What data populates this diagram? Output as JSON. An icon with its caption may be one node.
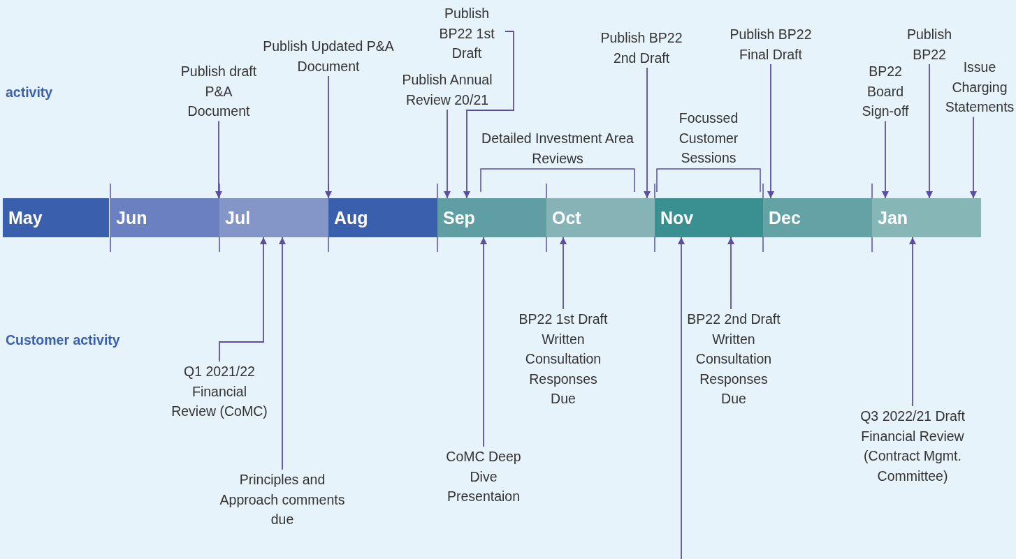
{
  "diagram": {
    "nodes": [
      {
        "text": [
          "May"
        ]
      },
      {
        "text": [
          "Jun"
        ]
      },
      {
        "text": [
          "Jul"
        ]
      },
      {
        "text": [
          "Aug"
        ]
      },
      {
        "text": [
          "Sep"
        ]
      },
      {
        "text": [
          "Oct"
        ]
      },
      {
        "text": [
          "Nov"
        ]
      },
      {
        "text": [
          "Dec"
        ]
      },
      {
        "text": [
          "Jan"
        ]
      },
      {
        "text": [
          "Publish draft P&A Document"
        ]
      },
      {
        "text": [
          "Publish Updated P&A Document"
        ]
      },
      {
        "text": [
          "Publish Annual Review 20/21"
        ]
      },
      {
        "text": [
          "Publish BP22 1st Draft"
        ]
      },
      {
        "text": [
          "Publish BP22 2nd Draft"
        ]
      },
      {
        "text": [
          "Publish BP22 Final Draft"
        ]
      },
      {
        "text": [
          "BP22 Board Sign-off"
        ]
      },
      {
        "text": [
          "Publish BP22"
        ]
      },
      {
        "text": [
          "Issue Charging Statements"
        ]
      },
      {
        "text": [
          "Q1 2021/22 Financial Review (CoMC)"
        ]
      },
      {
        "text": [
          "Principles and Approach comments due"
        ]
      },
      {
        "text": [
          "CoMC Deep Dive Presentaion"
        ]
      },
      {
        "text": [
          "BP22 1st Draft Written Consultation Responses Due"
        ]
      },
      {
        "text": [
          "BP22 2nd Draft Written Consultation Responses Due"
        ]
      },
      {
        "text": [
          "Q3 2022/21 Draft Financial Review (Contract Mgmt. Committee)"
        ]
      }
    ],
    "edges": [
      {
        "from": 9,
        "to": 2,
        "arrow": "to"
      },
      {
        "from": 10,
        "to": 3,
        "arrow": "to"
      },
      {
        "from": 11,
        "to": 4,
        "arrow": "to"
      },
      {
        "from": 12,
        "to": 4,
        "arrow": "to"
      },
      {
        "from": 13,
        "to": 5,
        "arrow": "to"
      },
      {
        "from": 14,
        "to": 7,
        "arrow": "to"
      },
      {
        "from": 15,
        "to": 8,
        "arrow": "to"
      },
      {
        "from": 16,
        "to": 8,
        "arrow": "to"
      },
      {
        "from": 17,
        "to": 8,
        "arrow": "to"
      },
      {
        "from": 18,
        "to": 2,
        "arrow": "to"
      },
      {
        "from": 19,
        "to": 2,
        "arrow": "to"
      },
      {
        "from": 20,
        "to": 4,
        "arrow": "to"
      },
      {
        "from": 21,
        "to": 5,
        "arrow": "to"
      },
      {
        "from": 22,
        "to": 6,
        "arrow": "to"
      },
      {
        "from": null,
        "to": 6,
        "arrow": "to"
      },
      {
        "from": 23,
        "to": 8,
        "arrow": "to"
      }
    ],
    "labels": [
      "activity",
      "Customer activity",
      "Detailed Investment Area Reviews",
      "Focussed Customer Sessions"
    ]
  }
}
